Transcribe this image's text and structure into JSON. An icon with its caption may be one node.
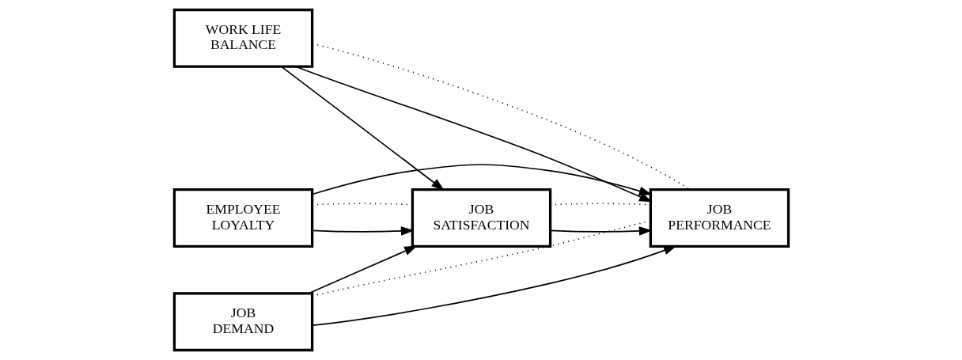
{
  "diagram": {
    "nodes": [
      {
        "text": [
          "WORK LIFE BALANCE"
        ]
      },
      {
        "text": [
          "EMPLOYEE LOYALTY"
        ]
      },
      {
        "text": [
          "JOB SATISFACTION"
        ]
      },
      {
        "text": [
          "JOB PERFORMANCE"
        ]
      },
      {
        "text": [
          "JOB DEMAND"
        ]
      }
    ],
    "edges": [
      {
        "from": 0,
        "to": 3,
        "arrow": "to"
      },
      {
        "from": 0,
        "to": 3,
        "arrow": "none",
        "style": "dashed"
      },
      {
        "from": 0,
        "to": 2,
        "arrow": "to"
      },
      {
        "from": 1,
        "to": 2,
        "arrow": "to"
      },
      {
        "from": 1,
        "to": 2,
        "arrow": "none",
        "style": "dashed"
      },
      {
        "from": 1,
        "to": 3,
        "arrow": "to"
      },
      {
        "from": 2,
        "to": 3,
        "arrow": "to"
      },
      {
        "from": 2,
        "to": 3,
        "arrow": "none",
        "style": "dashed"
      },
      {
        "from": 4,
        "to": 2,
        "arrow": "to"
      },
      {
        "from": 4,
        "to": 3,
        "arrow": "to"
      },
      {
        "from": 4,
        "to": 3,
        "arrow": "none",
        "style": "dashed"
      }
    ]
  }
}
